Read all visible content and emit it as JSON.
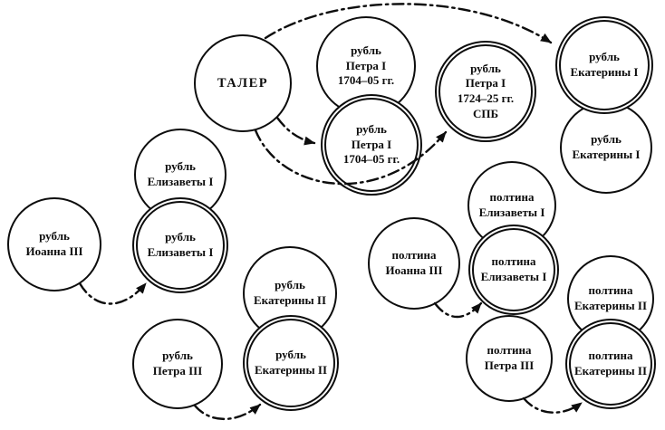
{
  "diagram": {
    "background": "#ffffff",
    "stroke_color": "#0d0d0d",
    "connector_style": "dash-dot-arrow",
    "nodes": [
      {
        "id": "taler",
        "label": "ТАЛЕР",
        "ring": "single"
      },
      {
        "id": "ruble-petra-i-1704-a",
        "label": "рубль\nПетра I\n1704–05 гг.",
        "ring": "single"
      },
      {
        "id": "ruble-petra-i-1704-b",
        "label": "рубль\nПетра I\n1704–05 гг.",
        "ring": "double"
      },
      {
        "id": "ruble-petra-i-1724-spb",
        "label": "рубль\nПетра I\n1724–25 гг.\nСПБ",
        "ring": "double"
      },
      {
        "id": "ruble-ekateriny-i-a",
        "label": "рубль\nЕкатерины I",
        "ring": "double"
      },
      {
        "id": "ruble-ekateriny-i-b",
        "label": "рубль\nЕкатерины I",
        "ring": "single"
      },
      {
        "id": "ruble-elizavety-i-a",
        "label": "рубль\nЕлизаветы I",
        "ring": "single"
      },
      {
        "id": "ruble-elizavety-i-b",
        "label": "рубль\nЕлизаветы I",
        "ring": "double"
      },
      {
        "id": "ruble-ioanna-iii",
        "label": "рубль\nИоанна III",
        "ring": "single"
      },
      {
        "id": "ruble-ekateriny-ii-a",
        "label": "рубль\nЕкатерины II",
        "ring": "single"
      },
      {
        "id": "ruble-ekateriny-ii-b",
        "label": "рубль\nЕкатерины II",
        "ring": "double"
      },
      {
        "id": "ruble-petra-iii",
        "label": "рубль\nПетра III",
        "ring": "single"
      },
      {
        "id": "poltina-ioanna-iii",
        "label": "полтина\nИоанна III",
        "ring": "single"
      },
      {
        "id": "poltina-elizavety-i-a",
        "label": "полтина\nЕлизаветы I",
        "ring": "single"
      },
      {
        "id": "poltina-elizavety-i-b",
        "label": "полтина\nЕлизаветы I",
        "ring": "double"
      },
      {
        "id": "poltina-ekateriny-ii-a",
        "label": "полтина\nЕкатерины II",
        "ring": "single"
      },
      {
        "id": "poltina-ekateriny-ii-b",
        "label": "полтина\nЕкатерины II",
        "ring": "double"
      },
      {
        "id": "poltina-petra-iii",
        "label": "полтина\nПетра III",
        "ring": "single"
      }
    ],
    "edges": [
      {
        "from": "taler",
        "to": "ruble-ekateriny-i-a"
      },
      {
        "from": "taler",
        "to": "ruble-petra-i-1704-b"
      },
      {
        "from": "taler",
        "to": "ruble-petra-i-1724-spb"
      },
      {
        "from": "ruble-ioanna-iii",
        "to": "ruble-elizavety-i-b"
      },
      {
        "from": "ruble-petra-iii",
        "to": "ruble-ekateriny-ii-b"
      },
      {
        "from": "poltina-ioanna-iii",
        "to": "poltina-elizavety-i-b"
      },
      {
        "from": "poltina-petra-iii",
        "to": "poltina-ekateriny-ii-b"
      }
    ]
  }
}
